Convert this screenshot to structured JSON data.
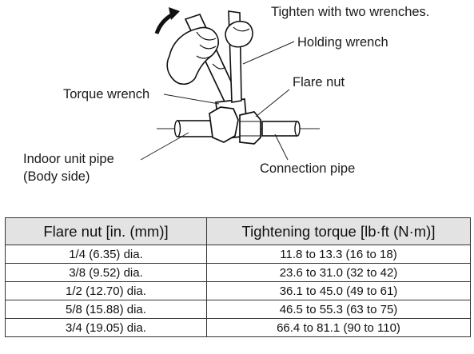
{
  "figure": {
    "instruction": "Tighten with two wrenches.",
    "labels": {
      "holding_wrench": "Holding wrench",
      "flare_nut": "Flare nut",
      "torque_wrench": "Torque wrench",
      "indoor_pipe_line1": "Indoor unit pipe",
      "indoor_pipe_line2": "(Body side)",
      "connection_pipe": "Connection pipe"
    },
    "icons": [
      "rotation-arrow-icon",
      "hand-icon",
      "wrench-icon",
      "pipe-icon",
      "nut-icon"
    ]
  },
  "table": {
    "headers": [
      "Flare nut [in. (mm)]",
      "Tightening torque [lb·ft (N·m)]"
    ],
    "rows": [
      [
        "1/4 (6.35) dia.",
        "11.8 to 13.3 (16 to 18)"
      ],
      [
        "3/8 (9.52) dia.",
        "23.6 to 31.0 (32 to 42)"
      ],
      [
        "1/2 (12.70) dia.",
        "36.1 to 45.0 (49 to 61)"
      ],
      [
        "5/8 (15.88) dia.",
        "46.5 to 55.3 (63 to 75)"
      ],
      [
        "3/4 (19.05) dia.",
        "66.4 to 81.1 (90 to 110)"
      ]
    ]
  }
}
